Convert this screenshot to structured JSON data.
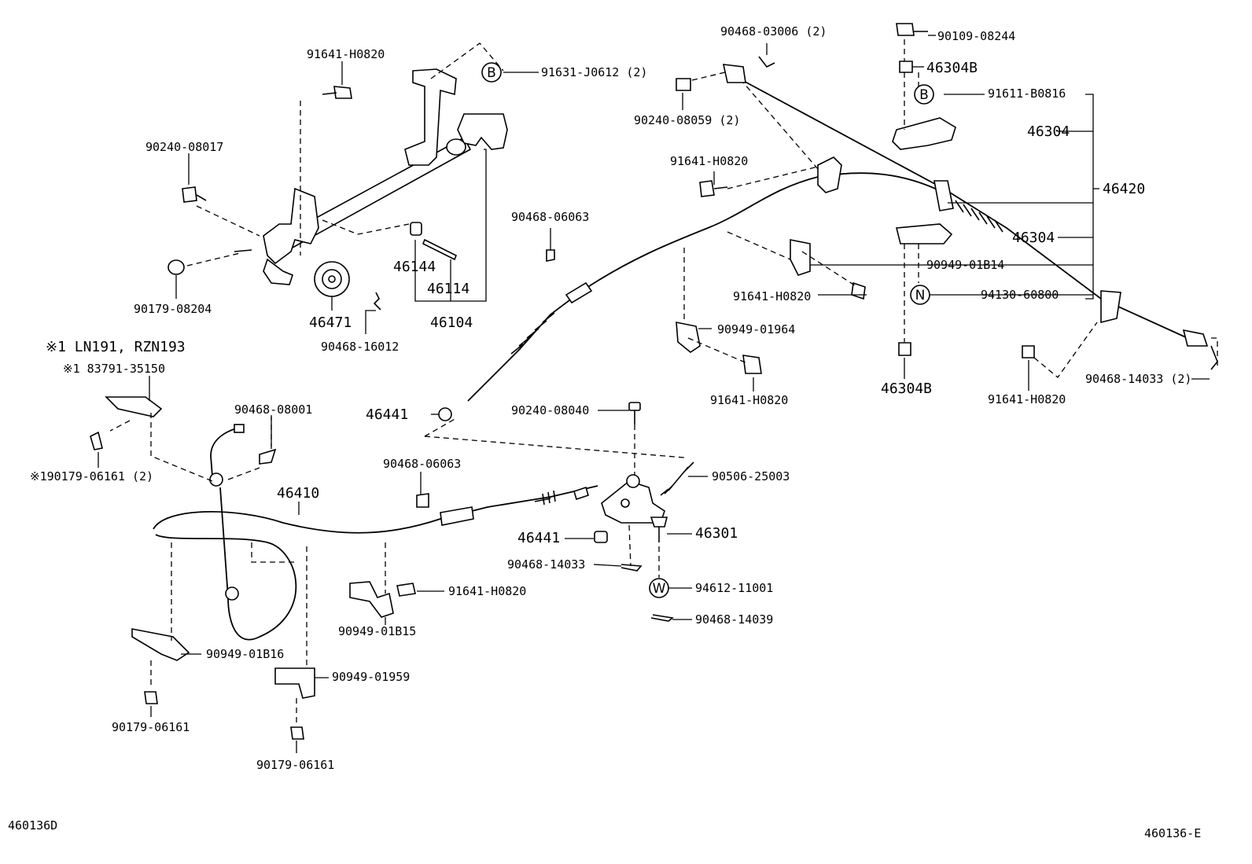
{
  "labels": {
    "p91641_h0820_a": "91641-H0820",
    "p91631_j0612": "91631-J0612 (2)",
    "p90240_08017": "90240-08017",
    "p90179_08204": "90179-08204",
    "p46144": "46144",
    "p46114": "46114",
    "p46104": "46104",
    "p46471": "46471",
    "p90468_16012": "90468-16012",
    "note_models": "※1 LN191, RZN193",
    "note_83791": "※1 83791-35150",
    "note_90179_06161": "※190179-06161 (2)",
    "p90468_08001": "90468-08001",
    "p46410": "46410",
    "p90949_01b16": "90949-01B16",
    "p90179_06161_a": "90179-06161",
    "p90949_01959": "90949-01959",
    "p90179_06161_b": "90179-06161",
    "p90468_06063_a": "90468-06063",
    "p46441_a": "46441",
    "p90468_06063_b": "90468-06063",
    "p90240_08040": "90240-08040",
    "p90506_25003": "90506-25003",
    "p46441_b": "46441",
    "p46301": "46301",
    "p90468_14033_a": "90468-14033",
    "p94612_11001": "94612-11001",
    "p90468_14039": "90468-14039",
    "p91641_h0820_b": "91641-H0820",
    "p90949_01b15": "90949-01B15",
    "p90468_03006": "90468-03006 (2)",
    "p90240_08059": "90240-08059 (2)",
    "p91641_h0820_c": "91641-H0820",
    "p91641_h0820_d": "91641-H0820",
    "p90949_01964": "90949-01964",
    "p91641_h0820_e": "91641-H0820",
    "p90109_08244": "90109-08244",
    "p46304b_a": "46304B",
    "p91611_b0816": "91611-B0816",
    "p46304_a": "46304",
    "p46420": "46420",
    "p46304_b": "46304",
    "p90949_01b14": "90949-01B14",
    "p94130_60800": "94130-60800",
    "p46304b_b": "46304B",
    "p91641_h0820_f": "91641-H0820",
    "p90468_14033_b": "90468-14033 (2)",
    "footer_left": "460136D",
    "footer_right": "460136-E"
  },
  "callouts": {
    "b1": "B",
    "b2": "B",
    "n": "N",
    "w": "W"
  }
}
